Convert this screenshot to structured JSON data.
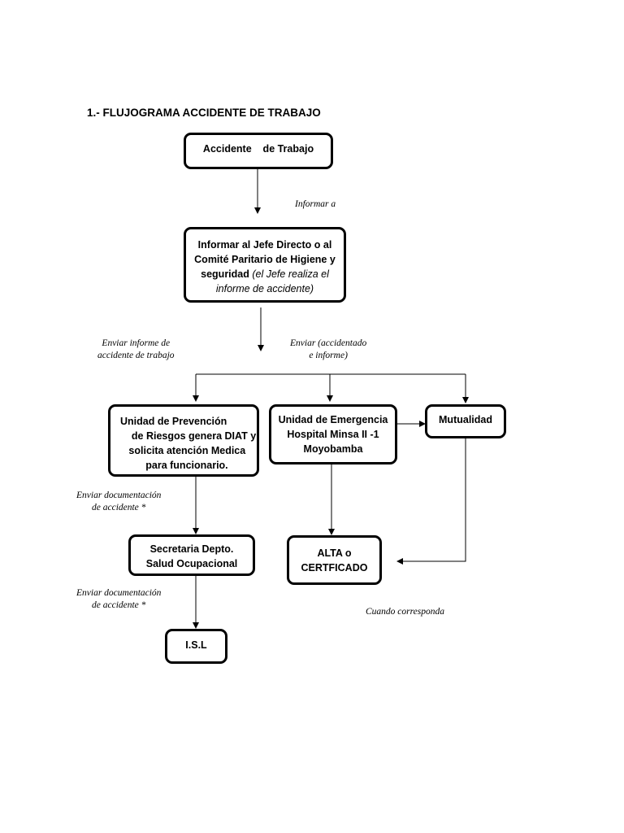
{
  "title": "1.- FLUJOGRAMA ACCIDENTE DE TRABAJO",
  "nodes": {
    "accidente": "Accidente    de Trabajo",
    "informar": {
      "l1": "Informar al Jefe Directo o al",
      "l2": "Comité Paritario de Higiene y",
      "l3_bold": "seguridad",
      "l3_italic": " (el Jefe realiza el",
      "l4": "informe de accidente)"
    },
    "unidad_prevencion": [
      "Unidad de Prevención",
      "    de Riesgos genera DIAT y",
      "   solicita atención Medica",
      "         para funcionario."
    ],
    "unidad_emergencia": [
      "Unidad de Emergencia",
      "Hospital Minsa II -1",
      "Moyobamba"
    ],
    "mutualidad": "Mutualidad",
    "secretaria": [
      "Secretaria Depto.",
      "Salud Ocupacional"
    ],
    "alta": [
      "ALTA o",
      "CERTFICADO"
    ],
    "isl": "I.S.L"
  },
  "labels": {
    "informar_a": "Informar a",
    "enviar_informe": [
      "Enviar informe de",
      "accidente de trabajo"
    ],
    "enviar_accidentado": [
      "Enviar (accidentado",
      "e informe)"
    ],
    "enviar_doc_1": [
      "Enviar documentación",
      "de accidente *"
    ],
    "enviar_doc_2": [
      "Enviar documentación",
      "de accidente *"
    ],
    "cuando_corresponda": "Cuando corresponda"
  }
}
